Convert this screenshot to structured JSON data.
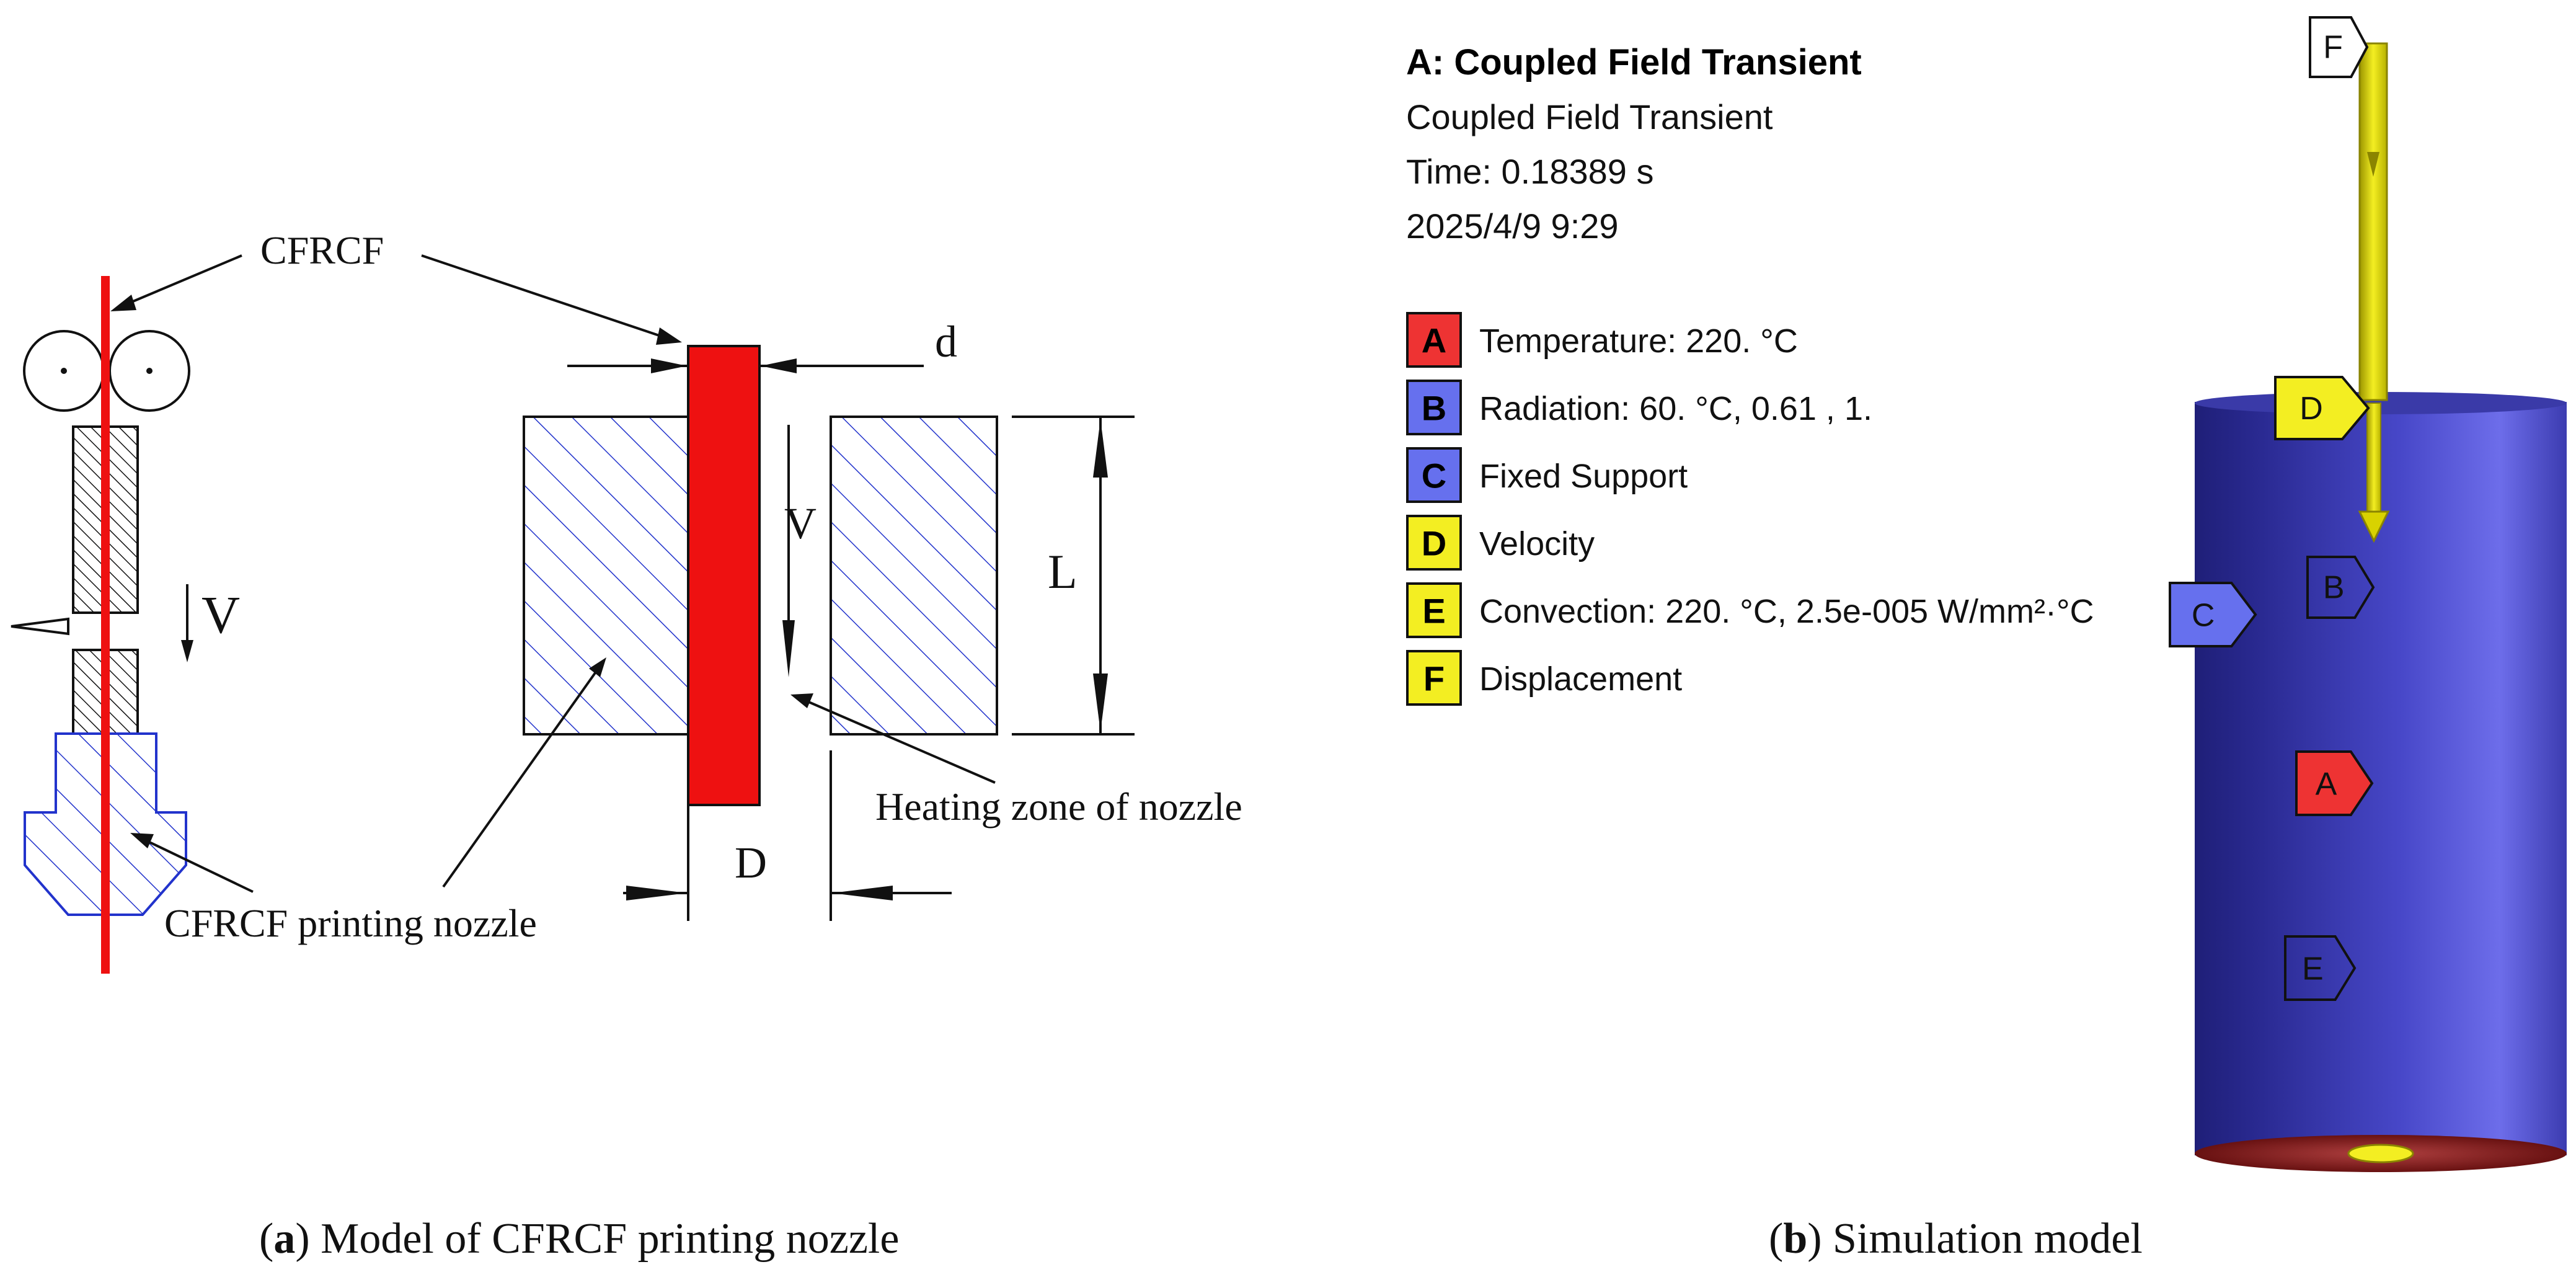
{
  "panel_a": {
    "labels": {
      "cfrcf": "CFRCF",
      "v_left": "V",
      "v_right": "V",
      "d_small": "d",
      "l_length": "L",
      "d_large": "D",
      "heating_zone": "Heating zone of nozzle",
      "printing_nozzle": "CFRCF printing nozzle"
    },
    "caption": {
      "prefix": "(",
      "letter": "a",
      "suffix": ") Model of CFRCF printing nozzle"
    },
    "colors": {
      "fiber": "#ee1111",
      "hatch": "#2233cc",
      "outline": "#111111"
    }
  },
  "panel_b": {
    "header": {
      "title": "A: Coupled Field Transient",
      "subtitle": "Coupled Field Transient",
      "time": "Time: 0.18389 s",
      "date": "2025/4/9 9:29"
    },
    "legend": [
      {
        "key": "A",
        "text": "Temperature: 220. °C",
        "color": "#ee3333"
      },
      {
        "key": "B",
        "text": "Radiation: 60. °C, 0.61 , 1.",
        "color": "#6670ee"
      },
      {
        "key": "C",
        "text": "Fixed Support",
        "color": "#6670ee"
      },
      {
        "key": "D",
        "text": "Velocity",
        "color": "#f3ee22"
      },
      {
        "key": "E",
        "text": "Convection: 220. °C, 2.5e-005 W/mm²·°C",
        "color": "#f3ee22"
      },
      {
        "key": "F",
        "text": "Displacement",
        "color": "#f3ee22"
      }
    ],
    "model_tags": {
      "F": "F",
      "D": "D",
      "C": "C",
      "B": "B",
      "A": "A",
      "E": "E"
    },
    "caption": {
      "prefix": "(",
      "letter": "b",
      "suffix": ") Simulation model"
    },
    "colors": {
      "cylinder": "#4646c6",
      "arrow": "#f3ee22",
      "base": "#7a1010"
    }
  }
}
